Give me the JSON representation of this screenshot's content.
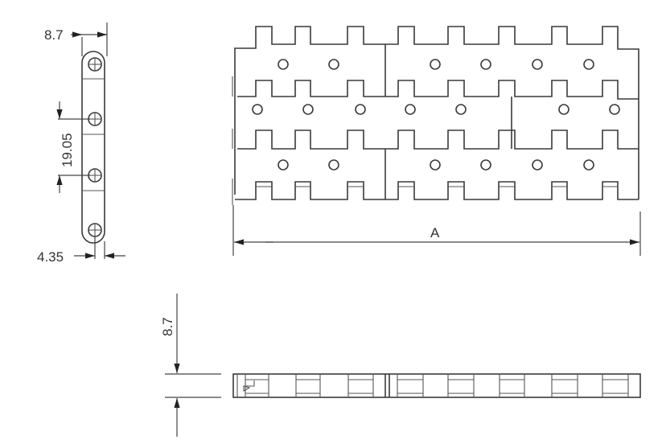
{
  "drawing": {
    "subject": "modular plastic conveyor belt",
    "views": [
      "side-link-view",
      "plan-view",
      "edge-side-view"
    ]
  },
  "side_link_view": {
    "dim_thickness": "8.7",
    "dim_pitch": "19.05",
    "dim_pin_offset": "4.35",
    "pin_count": 4
  },
  "plan_view": {
    "dim_width_label": "A",
    "rows": 3,
    "holes_per_row": [
      6,
      7,
      6
    ]
  },
  "edge_view": {
    "dim_height": "8.7"
  }
}
